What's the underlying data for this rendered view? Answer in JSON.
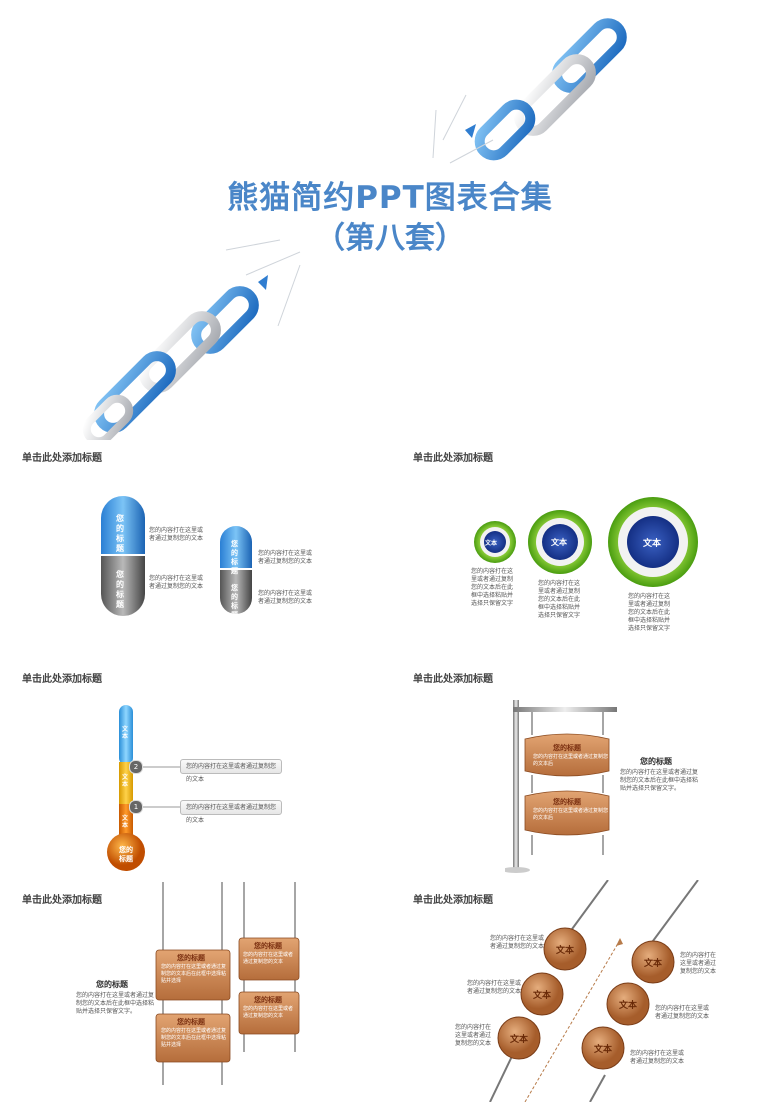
{
  "hero": {
    "title": "熊猫简约PPT图表合集",
    "subtitle": "（第八套）"
  },
  "colors": {
    "accent_blue": "#4a86c8",
    "wood": "#c8865a",
    "green": "#6bbf1f",
    "orange": "#e98a16"
  },
  "slide_title": "单击此处添加标题",
  "slide1": {
    "pill_label": "您的标题",
    "texts": [
      "您的内容打在这里或者通过复制您的文本",
      "您的内容打在这里或者通过复制您的文本",
      "您的内容打在这里或者通过复制您的文本",
      "您的内容打在这里或者通过复制您的文本"
    ]
  },
  "slide2": {
    "circle_label": "文本",
    "texts": [
      "您的内容打在这里或者通过复制您的文本后在此框中选择粘贴并选择只保留文字",
      "您的内容打在这里或者通过复制您的文本后在此框中选择粘贴并选择只保留文字",
      "您的内容打在这里或者通过复制您的文本后在此框中选择粘贴并选择只保留文字"
    ]
  },
  "slide3": {
    "segments": [
      "文本",
      "文本",
      "文本"
    ],
    "bulb_label": "您的标题",
    "markers": [
      "2",
      "1"
    ],
    "callouts": [
      "您的内容打在这里或者通过复制您的文本",
      "您的内容打在这里或者通过复制您的文本"
    ]
  },
  "slide4": {
    "sign_title": "您的标题",
    "sign_text": "您的内容打在这里或者通过复制您的文本后",
    "side_title": "您的标题",
    "side_text": "您的内容打在这里或者通过复制您的文本后在此框中选择粘贴并选择只保留文字。"
  },
  "slide5": {
    "side_title": "您的标题",
    "side_text": "您的内容打在这里或者通过复制您的文本后在此框中选择粘贴并选择只保留文字。",
    "sign_title": "您的标题",
    "sign_text_long": "您的内容打在这里或者通过复制您的文本后在此框中选择粘贴并选择",
    "sign_text_short": "您的内容打在这里或者通过复制您的文本"
  },
  "slide6": {
    "coin_label": "文本",
    "texts": [
      "您的内容打在这里或者通过复制您的文本",
      "您的内容打在这里或者通过复制您的文本"
    ]
  }
}
